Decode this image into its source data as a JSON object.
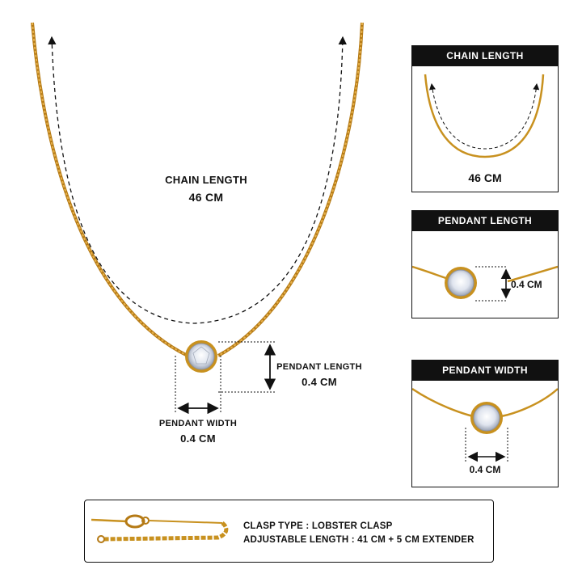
{
  "main": {
    "chain_length_label": "CHAIN LENGTH",
    "chain_length_value": "46 CM",
    "pendant_length_label": "PENDANT LENGTH",
    "pendant_length_value": "0.4 CM",
    "pendant_width_label": "PENDANT WIDTH",
    "pendant_width_value": "0.4 CM"
  },
  "panels": {
    "chain_length": {
      "title": "CHAIN LENGTH",
      "value": "46 CM"
    },
    "pendant_length": {
      "title": "PENDANT LENGTH",
      "value": "0.4 CM"
    },
    "pendant_width": {
      "title": "PENDANT WIDTH",
      "value": "0.4 CM"
    }
  },
  "clasp": {
    "clasp_type": "CLASP TYPE : LOBSTER CLASP",
    "adjustable_length": "ADJUSTABLE LENGTH : 41 CM + 5 CM EXTENDER"
  },
  "colors": {
    "gold": "#d99a2b",
    "gold_dark": "#b57a15",
    "black": "#111111",
    "gem": "#e8ecf3"
  }
}
